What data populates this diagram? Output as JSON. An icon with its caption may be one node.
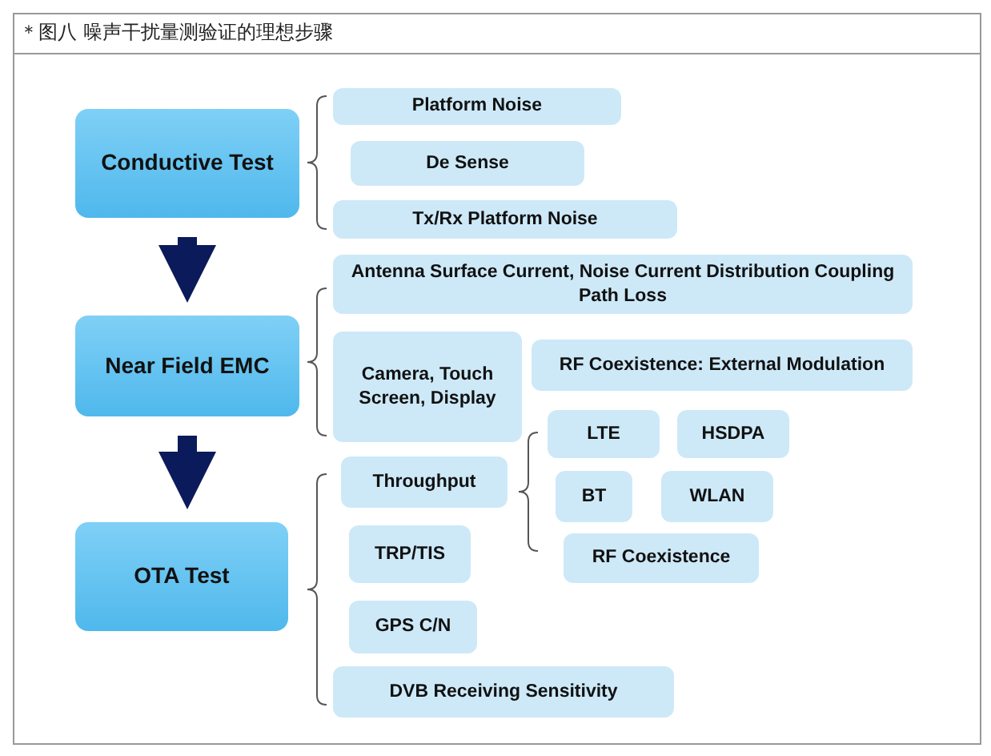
{
  "diagram": {
    "title": "＊图八 噪声干扰量测验证的理想步骤",
    "nodes": [
      {
        "text": [
          "Conductive Test"
        ]
      },
      {
        "text": [
          "Platform Noise"
        ]
      },
      {
        "text": [
          "De Sense"
        ]
      },
      {
        "text": [
          "Tx/Rx Platform Noise"
        ]
      },
      {
        "text": [
          "Near Field EMC"
        ]
      },
      {
        "text": [
          "Antenna Surface Current, Noise Current Distribution Coupling Path Loss"
        ]
      },
      {
        "text": [
          "Camera, Touch Screen, Display"
        ]
      },
      {
        "text": [
          "RF Coexistence: External Modulation"
        ]
      },
      {
        "text": [
          "OTA Test"
        ]
      },
      {
        "text": [
          "Throughput"
        ]
      },
      {
        "text": [
          "LTE"
        ]
      },
      {
        "text": [
          "HSDPA"
        ]
      },
      {
        "text": [
          "BT"
        ]
      },
      {
        "text": [
          "WLAN"
        ]
      },
      {
        "text": [
          "RF Coexistence"
        ]
      },
      {
        "text": [
          "TRP/TIS"
        ]
      },
      {
        "text": [
          "GPS C/N"
        ]
      },
      {
        "text": [
          "DVB Receiving Sensitivity"
        ]
      }
    ],
    "edges": [
      {
        "from": 0,
        "to": 4,
        "arrow": "to"
      },
      {
        "from": 4,
        "to": 8,
        "arrow": "to"
      }
    ]
  }
}
